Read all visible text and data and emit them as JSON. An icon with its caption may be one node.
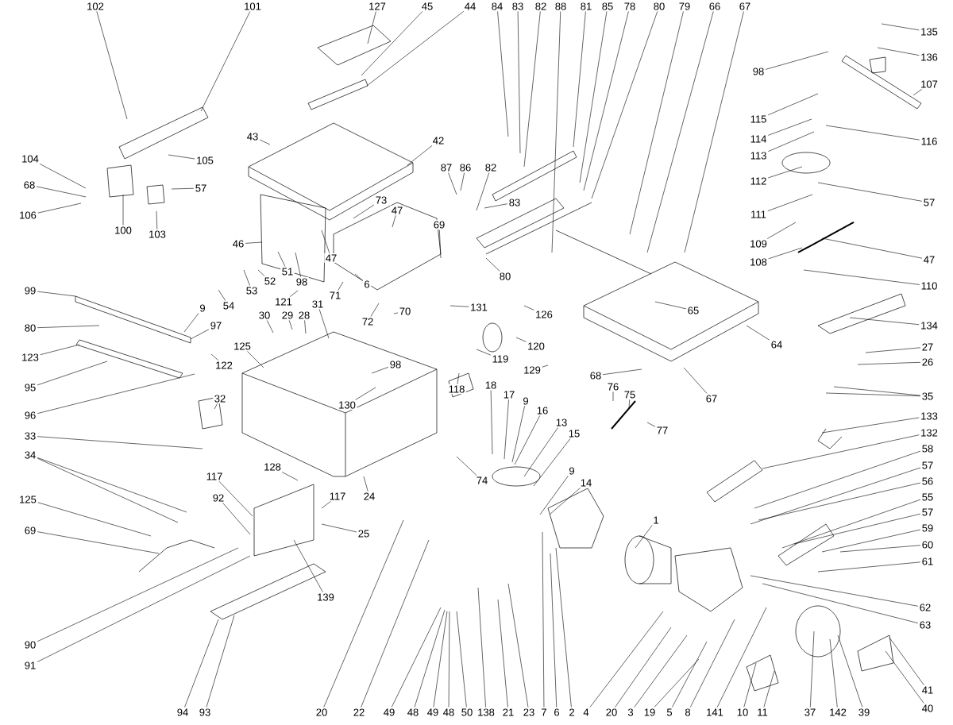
{
  "diagram": {
    "nodes": [
      {
        "text": [
          "102"
        ]
      },
      {
        "text": [
          "101"
        ]
      },
      {
        "text": [
          "127"
        ]
      },
      {
        "text": [
          "45"
        ]
      },
      {
        "text": [
          "44"
        ]
      },
      {
        "text": [
          "104"
        ]
      },
      {
        "text": [
          "68"
        ]
      },
      {
        "text": [
          "106"
        ]
      },
      {
        "text": [
          "105"
        ]
      },
      {
        "text": [
          "57"
        ]
      },
      {
        "text": [
          "100"
        ]
      },
      {
        "text": [
          "103"
        ]
      },
      {
        "text": [
          "43"
        ]
      },
      {
        "text": [
          "42"
        ]
      },
      {
        "text": [
          "87"
        ]
      },
      {
        "text": [
          "86"
        ]
      },
      {
        "text": [
          "73"
        ]
      },
      {
        "text": [
          "47"
        ]
      },
      {
        "text": [
          "69"
        ]
      },
      {
        "text": [
          "46"
        ]
      },
      {
        "text": [
          "47"
        ]
      },
      {
        "text": [
          "51"
        ]
      },
      {
        "text": [
          "98"
        ]
      },
      {
        "text": [
          "52"
        ]
      },
      {
        "text": [
          "53"
        ]
      },
      {
        "text": [
          "54"
        ]
      },
      {
        "text": [
          "6"
        ]
      },
      {
        "text": [
          "121"
        ]
      },
      {
        "text": [
          "31"
        ]
      },
      {
        "text": [
          "71"
        ]
      },
      {
        "text": [
          "72"
        ]
      },
      {
        "text": [
          "70"
        ]
      },
      {
        "text": [
          "30"
        ]
      },
      {
        "text": [
          "29"
        ]
      },
      {
        "text": [
          "28"
        ]
      },
      {
        "text": [
          "99"
        ]
      },
      {
        "text": [
          "80"
        ]
      },
      {
        "text": [
          "9"
        ]
      },
      {
        "text": [
          "97"
        ]
      },
      {
        "text": [
          "125"
        ]
      },
      {
        "text": [
          "122"
        ]
      },
      {
        "text": [
          "123"
        ]
      },
      {
        "text": [
          "95"
        ]
      },
      {
        "text": [
          "96"
        ]
      },
      {
        "text": [
          "32"
        ]
      },
      {
        "text": [
          "130"
        ]
      },
      {
        "text": [
          "98"
        ]
      },
      {
        "text": [
          "131"
        ]
      },
      {
        "text": [
          "80"
        ]
      },
      {
        "text": [
          "126"
        ]
      },
      {
        "text": [
          "120"
        ]
      },
      {
        "text": [
          "119"
        ]
      },
      {
        "text": [
          "118"
        ]
      },
      {
        "text": [
          "129"
        ]
      },
      {
        "text": [
          "33"
        ]
      },
      {
        "text": [
          "34"
        ]
      },
      {
        "text": [
          "125"
        ]
      },
      {
        "text": [
          "69"
        ]
      },
      {
        "text": [
          "90"
        ]
      },
      {
        "text": [
          "91"
        ]
      },
      {
        "text": [
          "128"
        ]
      },
      {
        "text": [
          "117"
        ]
      },
      {
        "text": [
          "92"
        ]
      },
      {
        "text": [
          "117"
        ]
      },
      {
        "text": [
          "25"
        ]
      },
      {
        "text": [
          "24"
        ]
      },
      {
        "text": [
          "139"
        ]
      },
      {
        "text": [
          "94"
        ]
      },
      {
        "text": [
          "93"
        ]
      },
      {
        "text": [
          "20"
        ]
      },
      {
        "text": [
          "22"
        ]
      },
      {
        "text": [
          "49"
        ]
      },
      {
        "text": [
          "48"
        ]
      },
      {
        "text": [
          "49"
        ]
      },
      {
        "text": [
          "48"
        ]
      },
      {
        "text": [
          "50"
        ]
      },
      {
        "text": [
          "138"
        ]
      },
      {
        "text": [
          "21"
        ]
      },
      {
        "text": [
          "23"
        ]
      },
      {
        "text": [
          "7"
        ]
      },
      {
        "text": [
          "6"
        ]
      },
      {
        "text": [
          "2"
        ]
      },
      {
        "text": [
          "4"
        ]
      },
      {
        "text": [
          "20"
        ]
      },
      {
        "text": [
          "3"
        ]
      },
      {
        "text": [
          "19"
        ]
      },
      {
        "text": [
          "5"
        ]
      },
      {
        "text": [
          "8"
        ]
      },
      {
        "text": [
          "141"
        ]
      },
      {
        "text": [
          "10"
        ]
      },
      {
        "text": [
          "11"
        ]
      },
      {
        "text": [
          "37"
        ]
      },
      {
        "text": [
          "142"
        ]
      },
      {
        "text": [
          "39"
        ]
      },
      {
        "text": [
          "40"
        ]
      },
      {
        "text": [
          "41"
        ]
      },
      {
        "text": [
          "74"
        ]
      },
      {
        "text": [
          "18"
        ]
      },
      {
        "text": [
          "17"
        ]
      },
      {
        "text": [
          "9"
        ]
      },
      {
        "text": [
          "16"
        ]
      },
      {
        "text": [
          "13"
        ]
      },
      {
        "text": [
          "15"
        ]
      },
      {
        "text": [
          "9"
        ]
      },
      {
        "text": [
          "14"
        ]
      },
      {
        "text": [
          "1"
        ]
      },
      {
        "text": [
          "76"
        ]
      },
      {
        "text": [
          "75"
        ]
      },
      {
        "text": [
          "77"
        ]
      },
      {
        "text": [
          "68"
        ]
      },
      {
        "text": [
          "67"
        ]
      },
      {
        "text": [
          "84"
        ]
      },
      {
        "text": [
          "83"
        ]
      },
      {
        "text": [
          "82"
        ]
      },
      {
        "text": [
          "88"
        ]
      },
      {
        "text": [
          "81"
        ]
      },
      {
        "text": [
          "85"
        ]
      },
      {
        "text": [
          "78"
        ]
      },
      {
        "text": [
          "80"
        ]
      },
      {
        "text": [
          "79"
        ]
      },
      {
        "text": [
          "66"
        ]
      },
      {
        "text": [
          "67"
        ]
      },
      {
        "text": [
          "82"
        ]
      },
      {
        "text": [
          "83"
        ]
      },
      {
        "text": [
          "65"
        ]
      },
      {
        "text": [
          "64"
        ]
      },
      {
        "text": [
          "98"
        ]
      },
      {
        "text": [
          "135"
        ]
      },
      {
        "text": [
          "136"
        ]
      },
      {
        "text": [
          "107"
        ]
      },
      {
        "text": [
          "115"
        ]
      },
      {
        "text": [
          "114"
        ]
      },
      {
        "text": [
          "116"
        ]
      },
      {
        "text": [
          "113"
        ]
      },
      {
        "text": [
          "112"
        ]
      },
      {
        "text": [
          "57"
        ]
      },
      {
        "text": [
          "111"
        ]
      },
      {
        "text": [
          "109"
        ]
      },
      {
        "text": [
          "47"
        ]
      },
      {
        "text": [
          "108"
        ]
      },
      {
        "text": [
          "110"
        ]
      },
      {
        "text": [
          "134"
        ]
      },
      {
        "text": [
          "27"
        ]
      },
      {
        "text": [
          "26"
        ]
      },
      {
        "text": [
          "35"
        ]
      },
      {
        "text": [
          "133"
        ]
      },
      {
        "text": [
          "132"
        ]
      },
      {
        "text": [
          "58"
        ]
      },
      {
        "text": [
          "57"
        ]
      },
      {
        "text": [
          "56"
        ]
      },
      {
        "text": [
          "55"
        ]
      },
      {
        "text": [
          "57"
        ]
      },
      {
        "text": [
          "59"
        ]
      },
      {
        "text": [
          "60"
        ]
      },
      {
        "text": [
          "61"
        ]
      },
      {
        "text": [
          "62"
        ]
      },
      {
        "text": [
          "63"
        ]
      }
    ],
    "edges": [
      {
        "from": 0,
        "to": null,
        "arrow": "none"
      },
      {
        "from": 1,
        "to": null,
        "arrow": "none"
      },
      {
        "from": 2,
        "to": null,
        "arrow": "none"
      },
      {
        "from": 3,
        "to": null,
        "arrow": "none"
      },
      {
        "from": 4,
        "to": null,
        "arrow": "none"
      },
      {
        "from": 5,
        "to": null,
        "arrow": "none"
      },
      {
        "from": 6,
        "to": null,
        "arrow": "none"
      },
      {
        "from": 7,
        "to": null,
        "arrow": "none"
      },
      {
        "from": 8,
        "to": null,
        "arrow": "none"
      },
      {
        "from": 9,
        "to": null,
        "arrow": "none"
      },
      {
        "from": 10,
        "to": null,
        "arrow": "none"
      },
      {
        "from": 11,
        "to": null,
        "arrow": "none"
      },
      {
        "from": 12,
        "to": null,
        "arrow": "none"
      },
      {
        "from": 13,
        "to": null,
        "arrow": "none"
      },
      {
        "from": 14,
        "to": null,
        "arrow": "none"
      },
      {
        "from": 15,
        "to": null,
        "arrow": "none"
      },
      {
        "from": 16,
        "to": null,
        "arrow": "none"
      },
      {
        "from": 17,
        "to": null,
        "arrow": "none"
      },
      {
        "from": 18,
        "to": null,
        "arrow": "none"
      },
      {
        "from": 19,
        "to": null,
        "arrow": "none"
      },
      {
        "from": 20,
        "to": null,
        "arrow": "none"
      },
      {
        "from": 21,
        "to": null,
        "arrow": "none"
      },
      {
        "from": 22,
        "to": null,
        "arrow": "none"
      },
      {
        "from": 23,
        "to": null,
        "arrow": "none"
      },
      {
        "from": 24,
        "to": null,
        "arrow": "none"
      },
      {
        "from": 25,
        "to": null,
        "arrow": "none"
      },
      {
        "from": 26,
        "to": null,
        "arrow": "none"
      },
      {
        "from": 27,
        "to": null,
        "arrow": "none"
      },
      {
        "from": 28,
        "to": null,
        "arrow": "none"
      },
      {
        "from": 29,
        "to": null,
        "arrow": "none"
      },
      {
        "from": 30,
        "to": null,
        "arrow": "none"
      },
      {
        "from": 31,
        "to": null,
        "arrow": "none"
      },
      {
        "from": 32,
        "to": null,
        "arrow": "none"
      },
      {
        "from": 33,
        "to": null,
        "arrow": "none"
      },
      {
        "from": 34,
        "to": null,
        "arrow": "none"
      },
      {
        "from": 35,
        "to": null,
        "arrow": "none"
      },
      {
        "from": 36,
        "to": null,
        "arrow": "none"
      },
      {
        "from": 37,
        "to": null,
        "arrow": "none"
      },
      {
        "from": 38,
        "to": null,
        "arrow": "none"
      },
      {
        "from": 39,
        "to": null,
        "arrow": "none"
      },
      {
        "from": 40,
        "to": null,
        "arrow": "none"
      },
      {
        "from": 41,
        "to": null,
        "arrow": "none"
      },
      {
        "from": 42,
        "to": null,
        "arrow": "none"
      },
      {
        "from": 43,
        "to": null,
        "arrow": "none"
      },
      {
        "from": 44,
        "to": null,
        "arrow": "none"
      },
      {
        "from": 45,
        "to": null,
        "arrow": "none"
      },
      {
        "from": 46,
        "to": null,
        "arrow": "none"
      },
      {
        "from": 47,
        "to": null,
        "arrow": "none"
      },
      {
        "from": 48,
        "to": null,
        "arrow": "none"
      },
      {
        "from": 49,
        "to": null,
        "arrow": "none"
      },
      {
        "from": 50,
        "to": null,
        "arrow": "none"
      },
      {
        "from": 51,
        "to": null,
        "arrow": "none"
      },
      {
        "from": 52,
        "to": null,
        "arrow": "none"
      },
      {
        "from": 53,
        "to": null,
        "arrow": "none"
      },
      {
        "from": 54,
        "to": null,
        "arrow": "none"
      },
      {
        "from": 55,
        "to": null,
        "arrow": "none"
      },
      {
        "from": 55,
        "to": null,
        "arrow": "none"
      },
      {
        "from": 56,
        "to": null,
        "arrow": "none"
      },
      {
        "from": 57,
        "to": null,
        "arrow": "none"
      },
      {
        "from": 58,
        "to": null,
        "arrow": "none"
      },
      {
        "from": 59,
        "to": null,
        "arrow": "none"
      },
      {
        "from": 60,
        "to": null,
        "arrow": "none"
      },
      {
        "from": 61,
        "to": null,
        "arrow": "none"
      },
      {
        "from": 62,
        "to": null,
        "arrow": "none"
      },
      {
        "from": 63,
        "to": null,
        "arrow": "none"
      },
      {
        "from": 64,
        "to": null,
        "arrow": "none"
      },
      {
        "from": 65,
        "to": null,
        "arrow": "none"
      },
      {
        "from": 66,
        "to": null,
        "arrow": "none"
      },
      {
        "from": 67,
        "to": null,
        "arrow": "none"
      },
      {
        "from": 68,
        "to": null,
        "arrow": "none"
      },
      {
        "from": 69,
        "to": null,
        "arrow": "none"
      },
      {
        "from": 70,
        "to": null,
        "arrow": "none"
      },
      {
        "from": 71,
        "to": null,
        "arrow": "none"
      },
      {
        "from": 72,
        "to": null,
        "arrow": "none"
      },
      {
        "from": 73,
        "to": null,
        "arrow": "none"
      },
      {
        "from": 74,
        "to": null,
        "arrow": "none"
      },
      {
        "from": 75,
        "to": null,
        "arrow": "none"
      },
      {
        "from": 76,
        "to": null,
        "arrow": "none"
      },
      {
        "from": 77,
        "to": null,
        "arrow": "none"
      },
      {
        "from": 78,
        "to": null,
        "arrow": "none"
      },
      {
        "from": 79,
        "to": null,
        "arrow": "none"
      },
      {
        "from": 80,
        "to": null,
        "arrow": "none"
      },
      {
        "from": 81,
        "to": null,
        "arrow": "none"
      },
      {
        "from": 82,
        "to": null,
        "arrow": "none"
      },
      {
        "from": 83,
        "to": null,
        "arrow": "none"
      },
      {
        "from": 84,
        "to": null,
        "arrow": "none"
      },
      {
        "from": 85,
        "to": null,
        "arrow": "none"
      },
      {
        "from": 86,
        "to": null,
        "arrow": "none"
      },
      {
        "from": 87,
        "to": null,
        "arrow": "none"
      },
      {
        "from": 88,
        "to": null,
        "arrow": "none"
      },
      {
        "from": 89,
        "to": null,
        "arrow": "none"
      },
      {
        "from": 90,
        "to": null,
        "arrow": "none"
      },
      {
        "from": 91,
        "to": null,
        "arrow": "none"
      },
      {
        "from": 92,
        "to": null,
        "arrow": "none"
      },
      {
        "from": 93,
        "to": null,
        "arrow": "none"
      },
      {
        "from": 94,
        "to": null,
        "arrow": "none"
      },
      {
        "from": 95,
        "to": null,
        "arrow": "none"
      },
      {
        "from": 96,
        "to": null,
        "arrow": "none"
      },
      {
        "from": 97,
        "to": null,
        "arrow": "none"
      },
      {
        "from": 98,
        "to": null,
        "arrow": "none"
      },
      {
        "from": 99,
        "to": null,
        "arrow": "none"
      },
      {
        "from": 100,
        "to": null,
        "arrow": "none"
      },
      {
        "from": 101,
        "to": null,
        "arrow": "none"
      },
      {
        "from": 102,
        "to": null,
        "arrow": "none"
      },
      {
        "from": 103,
        "to": null,
        "arrow": "none"
      },
      {
        "from": 104,
        "to": null,
        "arrow": "none"
      },
      {
        "from": 105,
        "to": null,
        "arrow": "none"
      },
      {
        "from": 106,
        "to": null,
        "arrow": "none"
      },
      {
        "from": 107,
        "to": null,
        "arrow": "none"
      },
      {
        "from": 108,
        "to": null,
        "arrow": "none"
      },
      {
        "from": 109,
        "to": null,
        "arrow": "none"
      },
      {
        "from": 110,
        "to": null,
        "arrow": "none"
      },
      {
        "from": 111,
        "to": null,
        "arrow": "none"
      },
      {
        "from": 112,
        "to": null,
        "arrow": "none"
      },
      {
        "from": 113,
        "to": null,
        "arrow": "none"
      },
      {
        "from": 114,
        "to": null,
        "arrow": "none"
      },
      {
        "from": 115,
        "to": null,
        "arrow": "none"
      },
      {
        "from": 116,
        "to": null,
        "arrow": "none"
      },
      {
        "from": 117,
        "to": null,
        "arrow": "none"
      },
      {
        "from": 118,
        "to": null,
        "arrow": "none"
      },
      {
        "from": 119,
        "to": null,
        "arrow": "none"
      },
      {
        "from": 120,
        "to": null,
        "arrow": "none"
      },
      {
        "from": 121,
        "to": null,
        "arrow": "none"
      },
      {
        "from": 122,
        "to": null,
        "arrow": "none"
      },
      {
        "from": 123,
        "to": null,
        "arrow": "none"
      },
      {
        "from": 124,
        "to": null,
        "arrow": "none"
      },
      {
        "from": 125,
        "to": null,
        "arrow": "none"
      },
      {
        "from": 126,
        "to": null,
        "arrow": "none"
      },
      {
        "from": 127,
        "to": null,
        "arrow": "none"
      },
      {
        "from": 128,
        "to": null,
        "arrow": "none"
      },
      {
        "from": 129,
        "to": null,
        "arrow": "none"
      },
      {
        "from": 130,
        "to": null,
        "arrow": "none"
      },
      {
        "from": 131,
        "to": null,
        "arrow": "none"
      },
      {
        "from": 132,
        "to": null,
        "arrow": "none"
      },
      {
        "from": 133,
        "to": null,
        "arrow": "none"
      },
      {
        "from": 134,
        "to": null,
        "arrow": "none"
      },
      {
        "from": 135,
        "to": null,
        "arrow": "none"
      },
      {
        "from": 136,
        "to": null,
        "arrow": "none"
      },
      {
        "from": 137,
        "to": null,
        "arrow": "none"
      },
      {
        "from": 138,
        "to": null,
        "arrow": "none"
      },
      {
        "from": 139,
        "to": null,
        "arrow": "none"
      },
      {
        "from": 140,
        "to": null,
        "arrow": "none"
      },
      {
        "from": 141,
        "to": null,
        "arrow": "none"
      },
      {
        "from": 142,
        "to": null,
        "arrow": "none"
      },
      {
        "from": 143,
        "to": null,
        "arrow": "none"
      },
      {
        "from": 144,
        "to": null,
        "arrow": "none"
      },
      {
        "from": 144,
        "to": null,
        "arrow": "none"
      },
      {
        "from": 145,
        "to": null,
        "arrow": "none"
      },
      {
        "from": 146,
        "to": null,
        "arrow": "none"
      },
      {
        "from": 147,
        "to": null,
        "arrow": "none"
      },
      {
        "from": 148,
        "to": null,
        "arrow": "none"
      },
      {
        "from": 149,
        "to": null,
        "arrow": "none"
      },
      {
        "from": 150,
        "to": null,
        "arrow": "none"
      },
      {
        "from": 151,
        "to": null,
        "arrow": "none"
      },
      {
        "from": 152,
        "to": null,
        "arrow": "none"
      },
      {
        "from": 153,
        "to": null,
        "arrow": "none"
      },
      {
        "from": 154,
        "to": null,
        "arrow": "none"
      },
      {
        "from": 155,
        "to": null,
        "arrow": "none"
      },
      {
        "from": 156,
        "to": null,
        "arrow": "none"
      }
    ]
  }
}
